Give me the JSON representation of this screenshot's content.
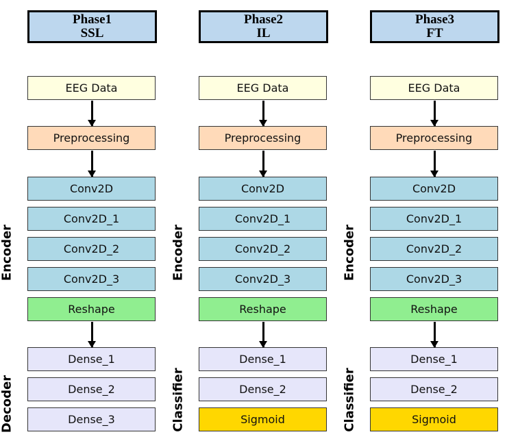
{
  "colors": {
    "header": "#bdd7ee",
    "input": "#ffffe0",
    "preprocessing": "#ffdab9",
    "conv": "#add8e6",
    "reshape": "#90ee90",
    "dense": "#e6e6fa",
    "sigmoid": "#ffd700"
  },
  "columns": [
    {
      "header": {
        "line1": "Phase1",
        "line2": "SSL"
      },
      "side_labels": {
        "top": "Encoder",
        "bottom": "Decoder"
      },
      "nodes": [
        {
          "label": "EEG Data",
          "color": "input"
        },
        {
          "label": "Preprocessing",
          "color": "preprocessing"
        },
        {
          "label": "Conv2D",
          "color": "conv"
        },
        {
          "label": "Conv2D_1",
          "color": "conv"
        },
        {
          "label": "Conv2D_2",
          "color": "conv"
        },
        {
          "label": "Conv2D_3",
          "color": "conv"
        },
        {
          "label": "Reshape",
          "color": "reshape"
        },
        {
          "label": "Dense_1",
          "color": "dense"
        },
        {
          "label": "Dense_2",
          "color": "dense"
        },
        {
          "label": "Dense_3",
          "color": "dense"
        }
      ]
    },
    {
      "header": {
        "line1": "Phase2",
        "line2": "IL"
      },
      "side_labels": {
        "top": "Encoder",
        "bottom": "Classifier"
      },
      "nodes": [
        {
          "label": "EEG Data",
          "color": "input"
        },
        {
          "label": "Preprocessing",
          "color": "preprocessing"
        },
        {
          "label": "Conv2D",
          "color": "conv"
        },
        {
          "label": "Conv2D_1",
          "color": "conv"
        },
        {
          "label": "Conv2D_2",
          "color": "conv"
        },
        {
          "label": "Conv2D_3",
          "color": "conv"
        },
        {
          "label": "Reshape",
          "color": "reshape"
        },
        {
          "label": "Dense_1",
          "color": "dense"
        },
        {
          "label": "Dense_2",
          "color": "dense"
        },
        {
          "label": "Sigmoid",
          "color": "sigmoid"
        }
      ]
    },
    {
      "header": {
        "line1": "Phase3",
        "line2": "FT"
      },
      "side_labels": {
        "top": "Encoder",
        "bottom": "Classifier"
      },
      "nodes": [
        {
          "label": "EEG Data",
          "color": "input"
        },
        {
          "label": "Preprocessing",
          "color": "preprocessing"
        },
        {
          "label": "Conv2D",
          "color": "conv"
        },
        {
          "label": "Conv2D_1",
          "color": "conv"
        },
        {
          "label": "Conv2D_2",
          "color": "conv"
        },
        {
          "label": "Conv2D_3",
          "color": "conv"
        },
        {
          "label": "Reshape",
          "color": "reshape"
        },
        {
          "label": "Dense_1",
          "color": "dense"
        },
        {
          "label": "Dense_2",
          "color": "dense"
        },
        {
          "label": "Sigmoid",
          "color": "sigmoid"
        }
      ]
    }
  ],
  "edges": [
    [
      0,
      1
    ],
    [
      1,
      2
    ],
    [
      6,
      7
    ]
  ]
}
